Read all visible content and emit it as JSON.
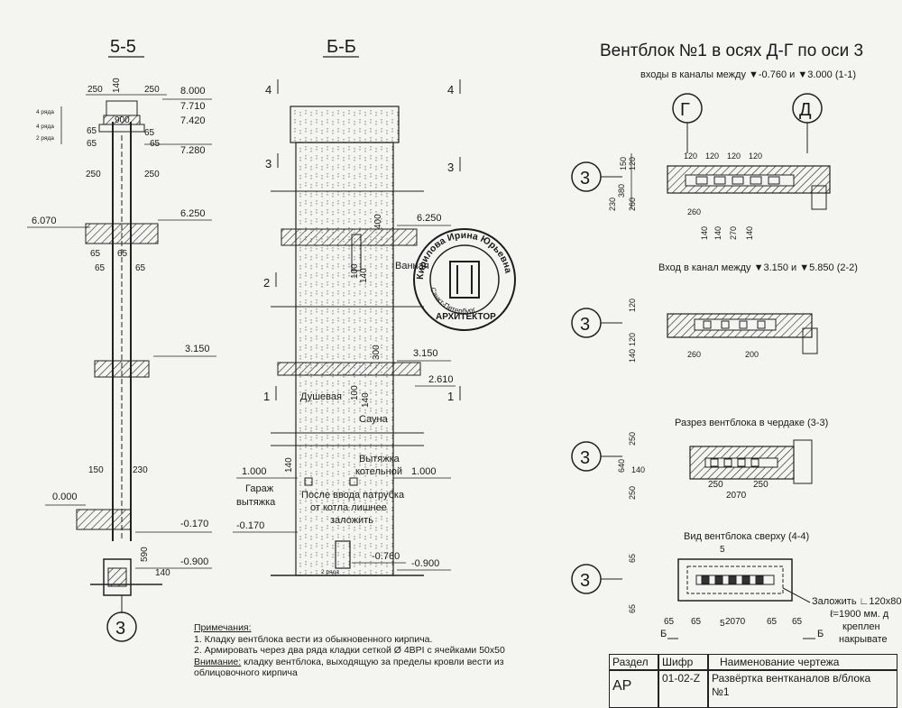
{
  "sections": {
    "s55": "5-5",
    "bb": "Б-Б",
    "main_title": "Вентблок №1 в осях Д-Г по оси 3"
  },
  "details": {
    "d1": "входы в каналы между ▼-0.760 и ▼3.000 (1-1)",
    "d2": "Вход в канал между ▼3.150 и ▼5.850 (2-2)",
    "d3": "Разрез вентблока в чердаке (3-3)",
    "d4": "Вид вентблока сверху (4-4)"
  },
  "axes": {
    "g": "Г",
    "d": "Д",
    "three": "3"
  },
  "levels": {
    "l8000": "8.000",
    "l7710": "7.710",
    "l7420": "7.420",
    "l7280": "7.280",
    "l6070": "6.070",
    "l6250": "6.250",
    "l3150": "3.150",
    "l2610": "2.610",
    "l1000": "1.000",
    "l0000": "0.000",
    "lm170": "-0.170",
    "lm760": "-0.760",
    "lm900": "-0.900"
  },
  "dims": {
    "d250": "250",
    "d140": "140",
    "d900": "900",
    "d65": "65",
    "d150": "150",
    "d230": "230",
    "d590": "590",
    "d120": "120",
    "d260": "260",
    "d270": "270",
    "d200": "200",
    "d380": "380",
    "d640": "640",
    "d2070": "2070",
    "d5": "5",
    "d400": "400",
    "d100": "100",
    "d300": "300"
  },
  "rows": {
    "r4": "4 ряда",
    "r2": "2 ряда"
  },
  "labels": {
    "vannaya": "Ванная",
    "dushevaya": "Душевая",
    "sauna": "Сауна",
    "garazh": "Гараж",
    "vytyazhka": "вытяжка",
    "vyt_kot1": "Вытяжка",
    "vyt_kot2": "котельной",
    "posle1": "После ввода патрубка",
    "posle2": "от котла лишнее",
    "posle3": "заложить",
    "zalozhit1": "Заложить ∟120х80",
    "zalozhit2": "ℓ=1900 мм. д",
    "zalozhit3": "креплен",
    "zalozhit4": "накрывате",
    "b_mark": "Б"
  },
  "notes": {
    "title": "Примечания:",
    "n1": "1. Кладку вентблока вести из обыкновенного кирпича.",
    "n2": "2. Армировать через два ряда кладки сеткой Ø 4ВРI с ячейками 50х50",
    "warn_label": "Внимание:",
    "warn_text": " кладку вентблока, выходящую за пределы кровли вести из",
    "warn_text2": "облицовочного кирпича"
  },
  "stamp": {
    "name": "Кирилова Ирина Юрьевна",
    "city": "Санкт-Петербург",
    "role": "АРХИТЕКТОР"
  },
  "title_block": {
    "h_razdel": "Раздел",
    "h_shifr": "Шифр",
    "h_name": "Наименование чертежа",
    "razdel": "АР",
    "shifr": "01-02-Z",
    "name1": "Развёртка вентканалов в/блока",
    "name2": "№1"
  }
}
